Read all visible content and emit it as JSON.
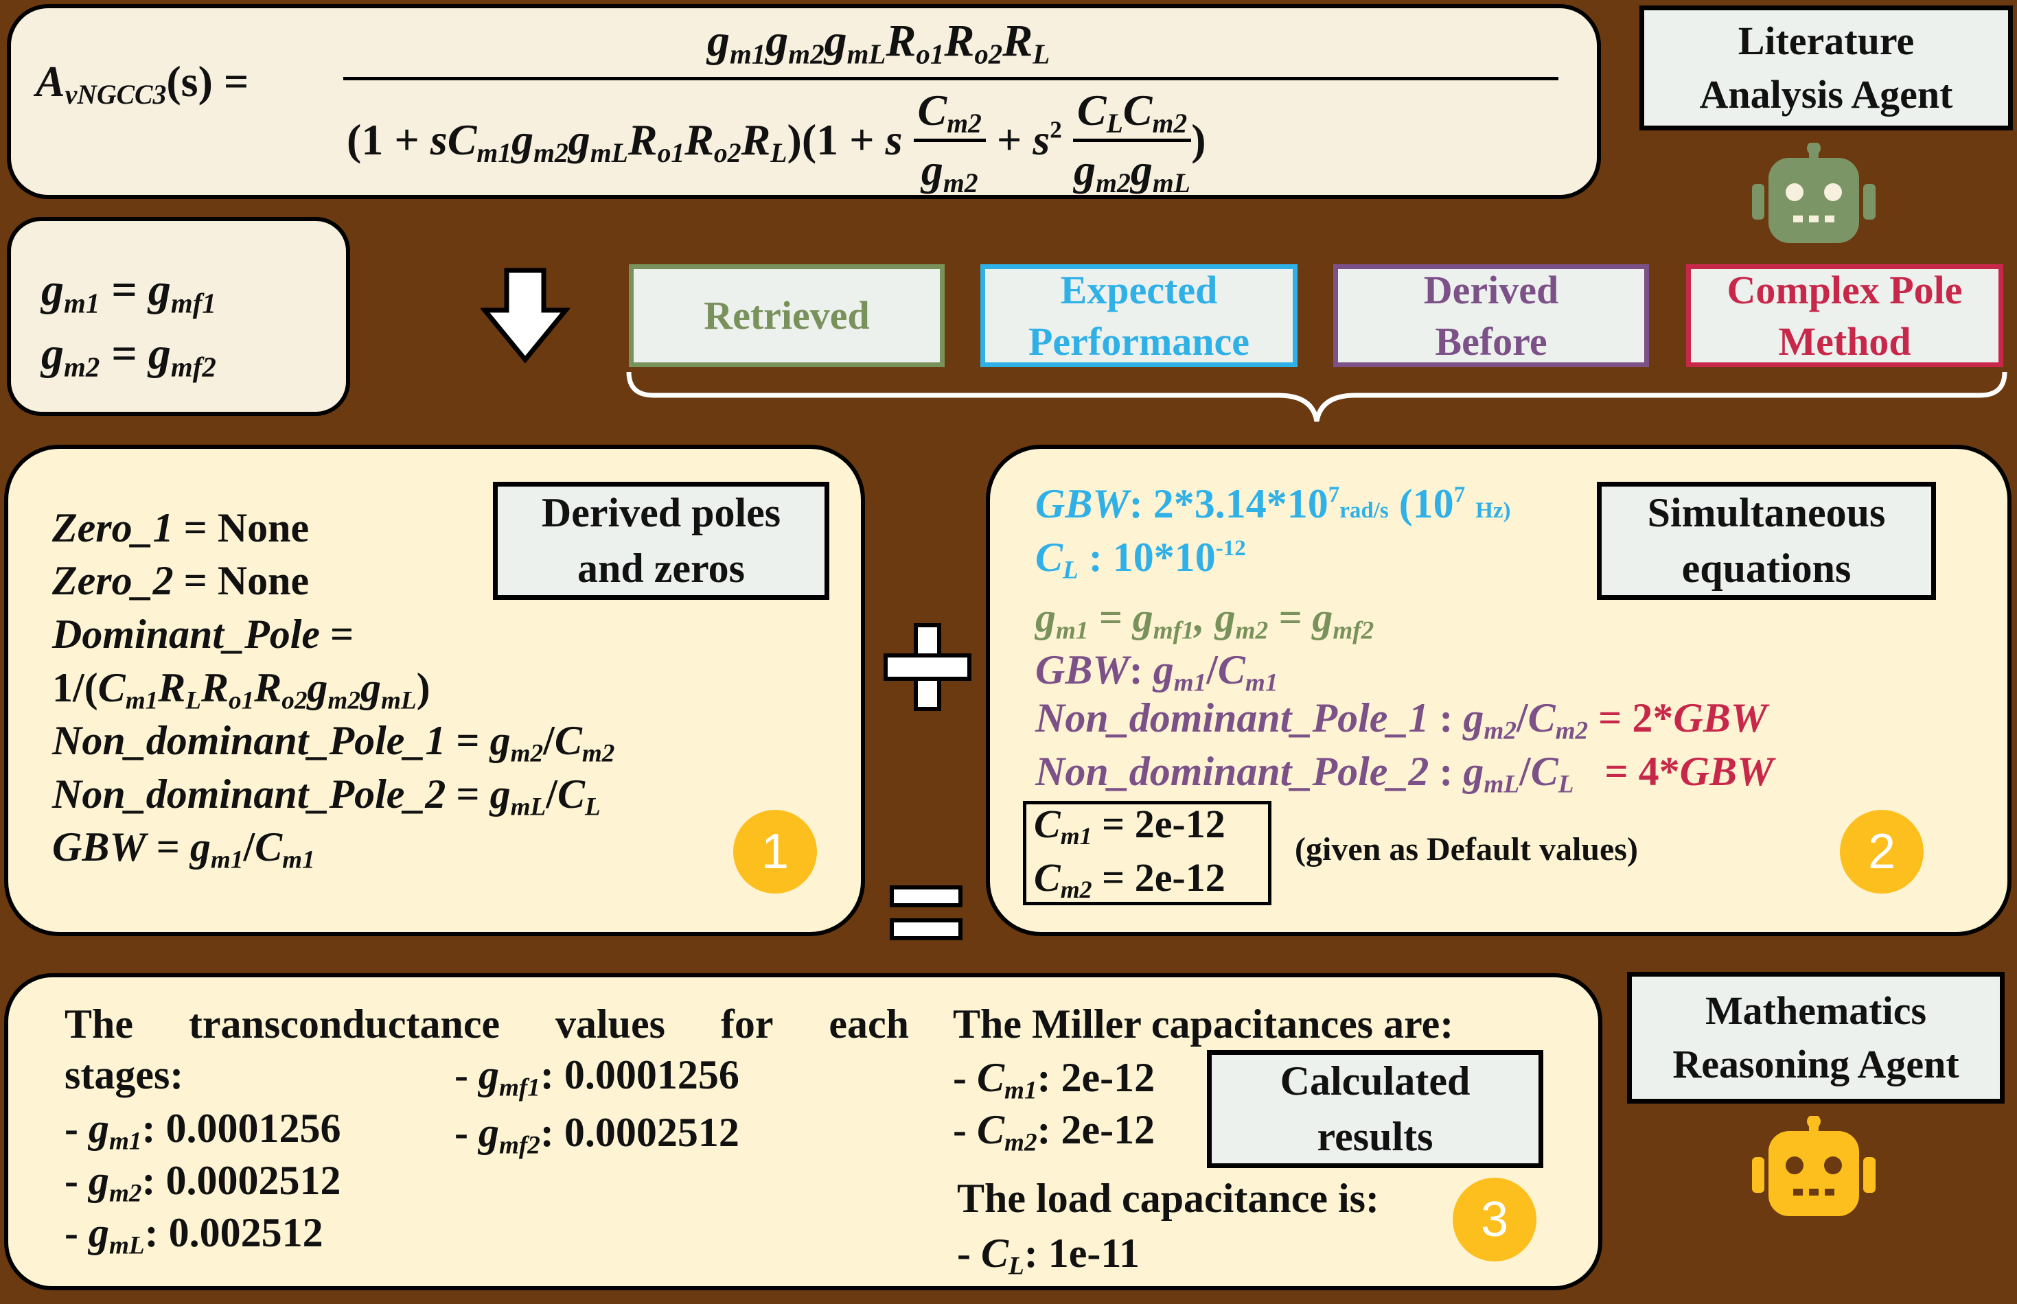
{
  "agents": {
    "literature": "Literature Analysis Agent",
    "math": "Mathematics Reasoning Agent"
  },
  "equation": {
    "lhs_base": "A",
    "lhs_sub": "vNGCC3",
    "lhs_arg": "(s) =",
    "numerator": "gm1 gm2 gmL Ro1 Ro2 RL",
    "denominator": "(1 + sCm1 gm2 gmL Ro1 Ro2 RL)(1 + s Cm2/gm2 + s^2 CL Cm2/(gm2 gmL))"
  },
  "substitution": [
    "gm1 = gmf1",
    "gm2 = gmf2"
  ],
  "categories": [
    {
      "label": "Retrieved",
      "color": "#79915a"
    },
    {
      "label": "Expected Performance",
      "color": "#2fb0e6"
    },
    {
      "label": "Derived Before",
      "color": "#7c5188"
    },
    {
      "label": "Complex Pole Method",
      "color": "#c7284a"
    }
  ],
  "derived_label": "Derived poles and zeros",
  "derived": [
    "Zero_1 = None",
    "Zero_2 = None",
    "Dominant_Pole =",
    "1/(Cm1 RL Ro1 Ro2 gm2 gmL)",
    "Non_dominant_Pole_1 = gm2/Cm2",
    "Non_dominant_Pole_2 = gmL/CL",
    "GBW = gm1/Cm1"
  ],
  "simul_label": "Simultaneous equations",
  "simul": {
    "gbw_prefix": "GBW",
    "gbw_value": "2*3.14*10",
    "gbw_exp": "7",
    "gbw_unit": "rad/s",
    "gbw_hz_open": "(10",
    "gbw_hz_exp": "7",
    "gbw_hz_unit": "Hz)",
    "cl_prefix": "C",
    "cl_value": ": 10*10",
    "cl_exp": "-12",
    "retrieved": "gm1 = gmf1, gm2 = gmf2",
    "derived_gbw": "GBW: gm1/Cm1",
    "pole1_name": "Non_dominant_Pole_1 :",
    "pole1_expr": "gm2/Cm2",
    "pole1_rel": "= 2*GBW",
    "pole2_name": "Non_dominant_Pole_2 :",
    "pole2_expr": "gmL/CL",
    "pole2_rel": "= 4*GBW",
    "cm1": "= 2e-12",
    "cm2": "= 2e-12",
    "default_note": "(given as Default values)"
  },
  "badges": [
    "1",
    "2",
    "3"
  ],
  "operators": {
    "plus": "+",
    "equals": "="
  },
  "results_label": "Calculated results",
  "results": {
    "intro_words": [
      "The",
      "transconductance",
      "values",
      "for",
      "each"
    ],
    "intro_line2": "stages:",
    "gm1": ": 0.0001256",
    "gm2": ": 0.0002512",
    "gmL": ": 0.002512",
    "gmf1": ": 0.0001256",
    "gmf2": ": 0.0002512",
    "miller_title": "The Miller capacitances are:",
    "cm1": ": 2e-12",
    "cm2": ": 2e-12",
    "load_title": "The load capacitance is:",
    "cl": ": 1e-11"
  }
}
